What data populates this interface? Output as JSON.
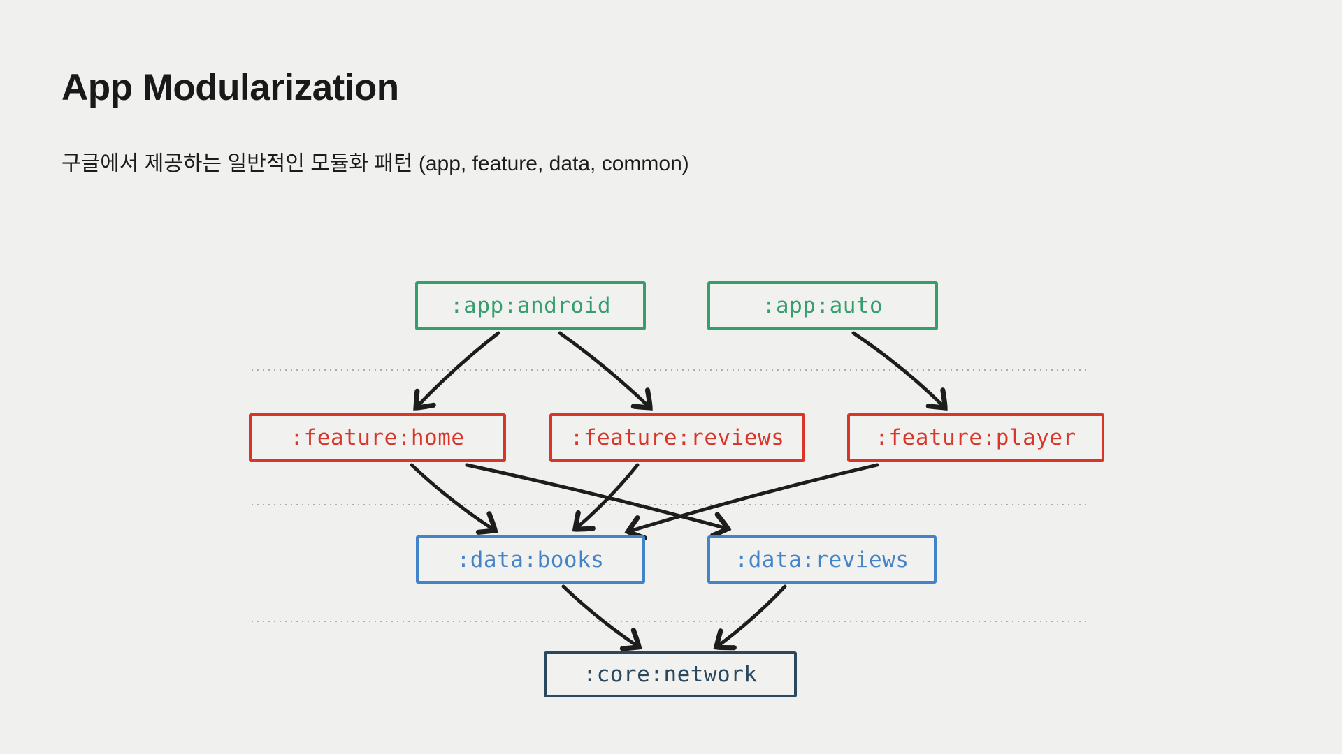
{
  "slide": {
    "title": "App Modularization",
    "subtitle": "구글에서 제공하는 일반적인 모듈화 패턴 (app, feature, data, common)",
    "background_color": "#f0f0ee",
    "text_color": "#191919"
  },
  "diagram": {
    "arrow_color": "#1d1d1d",
    "separator_color": "#9b9b9b",
    "layers": [
      "app",
      "feature",
      "data",
      "core"
    ],
    "nodes": [
      {
        "id": "app-android",
        "label": ":app:android",
        "layer": "app",
        "color": "#359e6d"
      },
      {
        "id": "app-auto",
        "label": ":app:auto",
        "layer": "app",
        "color": "#359e6d"
      },
      {
        "id": "feature-home",
        "label": ":feature:home",
        "layer": "feature",
        "color": "#d93529"
      },
      {
        "id": "feature-reviews",
        "label": ":feature:reviews",
        "layer": "feature",
        "color": "#d93529"
      },
      {
        "id": "feature-player",
        "label": ":feature:player",
        "layer": "feature",
        "color": "#d93529"
      },
      {
        "id": "data-books",
        "label": ":data:books",
        "layer": "data",
        "color": "#4384c8"
      },
      {
        "id": "data-reviews",
        "label": ":data:reviews",
        "layer": "data",
        "color": "#4384c8"
      },
      {
        "id": "core-network",
        "label": ":core:network",
        "layer": "core",
        "color": "#2a485e"
      }
    ],
    "edges": [
      {
        "from": "app-android",
        "to": "feature-home"
      },
      {
        "from": "app-android",
        "to": "feature-reviews"
      },
      {
        "from": "app-auto",
        "to": "feature-player"
      },
      {
        "from": "feature-home",
        "to": "data-books"
      },
      {
        "from": "feature-home",
        "to": "data-reviews"
      },
      {
        "from": "feature-reviews",
        "to": "data-books"
      },
      {
        "from": "feature-player",
        "to": "data-books"
      },
      {
        "from": "data-books",
        "to": "core-network"
      },
      {
        "from": "data-reviews",
        "to": "core-network"
      }
    ]
  }
}
